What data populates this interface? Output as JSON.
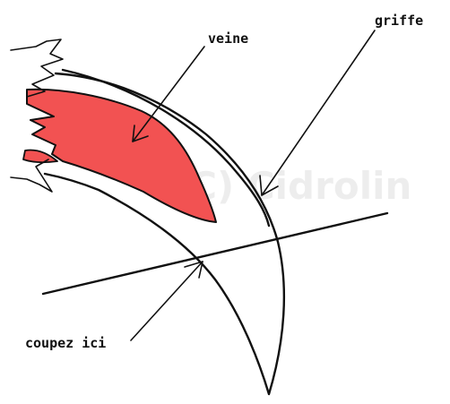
{
  "labels": {
    "vein": "veine",
    "claw": "griffe",
    "cut": "coupez ici"
  },
  "watermark": "(C) Cidrolin",
  "colors": {
    "vein_fill": "#f25252",
    "ink": "#111111"
  }
}
